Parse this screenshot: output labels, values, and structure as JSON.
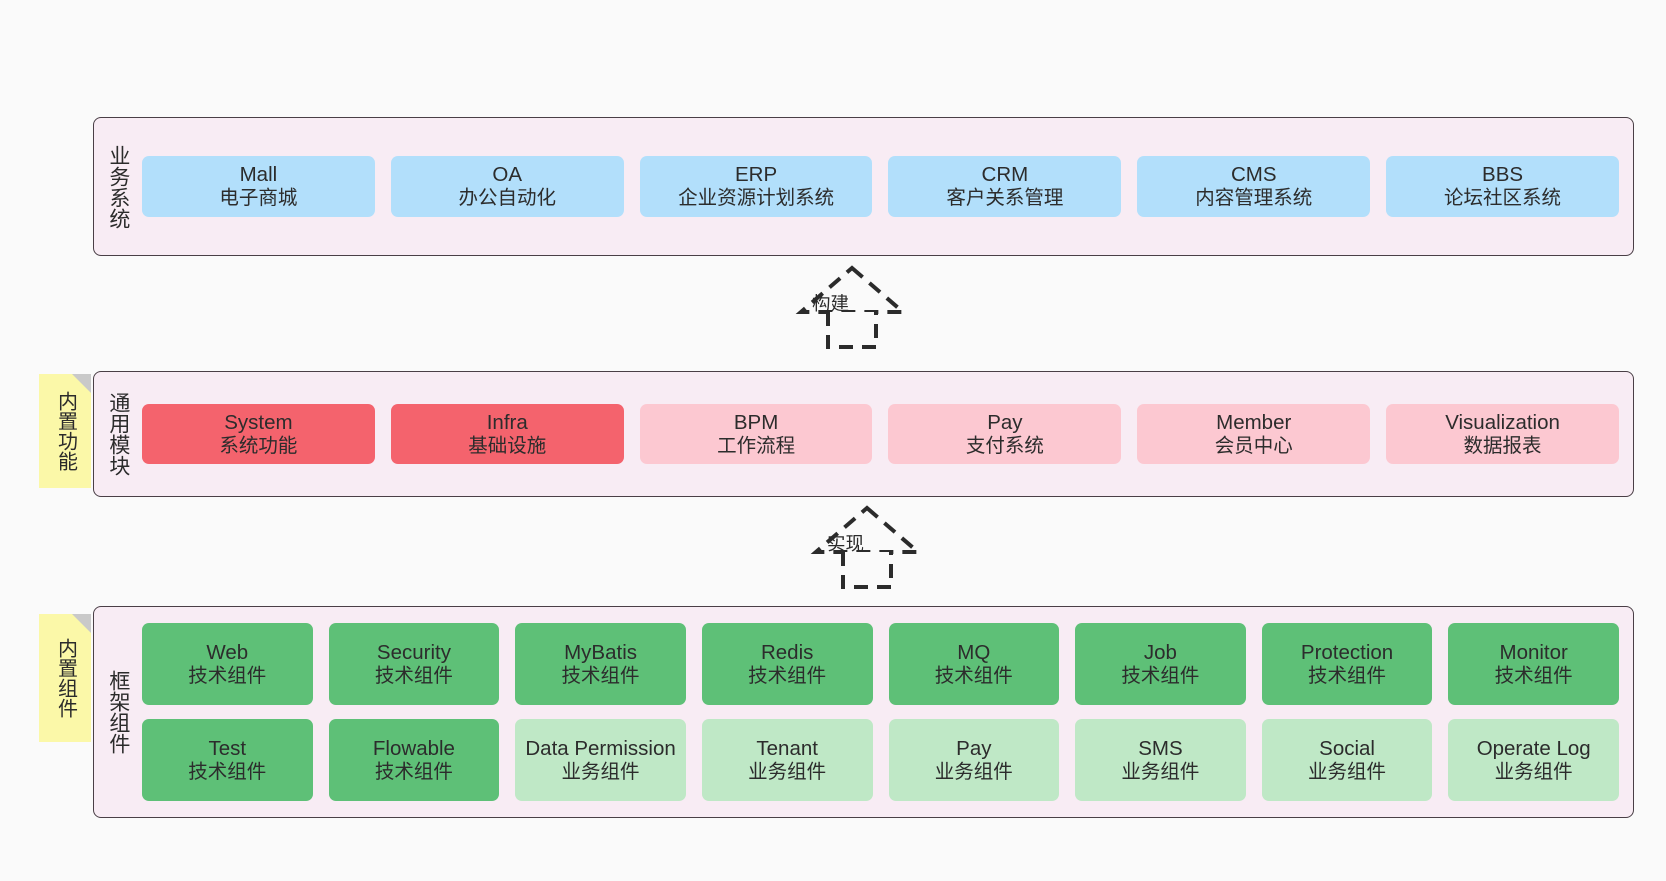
{
  "diagram": {
    "background_color": "#fafafa",
    "panel_fill": "#f8ecf4",
    "panel_border": "#4a3f46"
  },
  "layers": [
    {
      "id": "business",
      "title": "业务系统",
      "badge": null,
      "rows": [
        {
          "cards": [
            {
              "en": "Mall",
              "cn": "电子商城",
              "color": "#b2dffb",
              "style": "c-blue"
            },
            {
              "en": "OA",
              "cn": "办公自动化",
              "color": "#b2dffb",
              "style": "c-blue"
            },
            {
              "en": "ERP",
              "cn": "企业资源计划系统",
              "color": "#b2dffb",
              "style": "c-blue"
            },
            {
              "en": "CRM",
              "cn": "客户关系管理",
              "color": "#b2dffb",
              "style": "c-blue"
            },
            {
              "en": "CMS",
              "cn": "内容管理系统",
              "color": "#b2dffb",
              "style": "c-blue"
            },
            {
              "en": "BBS",
              "cn": "论坛社区系统",
              "color": "#b2dffb",
              "style": "c-blue"
            }
          ]
        }
      ]
    },
    {
      "id": "common-module",
      "title": "通用模块",
      "badge": "内置功能",
      "rows": [
        {
          "cards": [
            {
              "en": "System",
              "cn": "系统功能",
              "color": "#f4636d",
              "style": "c-red"
            },
            {
              "en": "Infra",
              "cn": "基础设施",
              "color": "#f4636d",
              "style": "c-red"
            },
            {
              "en": "BPM",
              "cn": "工作流程",
              "color": "#fcc8d1",
              "style": "c-pink"
            },
            {
              "en": "Pay",
              "cn": "支付系统",
              "color": "#fcc8d1",
              "style": "c-pink"
            },
            {
              "en": "Member",
              "cn": "会员中心",
              "color": "#fcc8d1",
              "style": "c-pink"
            },
            {
              "en": "Visualization",
              "cn": "数据报表",
              "color": "#fcc8d1",
              "style": "c-pink"
            }
          ]
        }
      ]
    },
    {
      "id": "framework",
      "title": "框架组件",
      "badge": "内置组件",
      "rows": [
        {
          "cards": [
            {
              "en": "Web",
              "cn": "技术组件",
              "color": "#5ec077",
              "style": "c-green"
            },
            {
              "en": "Security",
              "cn": "技术组件",
              "color": "#5ec077",
              "style": "c-green"
            },
            {
              "en": "MyBatis",
              "cn": "技术组件",
              "color": "#5ec077",
              "style": "c-green"
            },
            {
              "en": "Redis",
              "cn": "技术组件",
              "color": "#5ec077",
              "style": "c-green"
            },
            {
              "en": "MQ",
              "cn": "技术组件",
              "color": "#5ec077",
              "style": "c-green"
            },
            {
              "en": "Job",
              "cn": "技术组件",
              "color": "#5ec077",
              "style": "c-green"
            },
            {
              "en": "Protection",
              "cn": "技术组件",
              "color": "#5ec077",
              "style": "c-green"
            },
            {
              "en": "Monitor",
              "cn": "技术组件",
              "color": "#5ec077",
              "style": "c-green"
            }
          ]
        },
        {
          "cards": [
            {
              "en": "Test",
              "cn": "技术组件",
              "color": "#5ec077",
              "style": "c-green"
            },
            {
              "en": "Flowable",
              "cn": "技术组件",
              "color": "#5ec077",
              "style": "c-green"
            },
            {
              "en": "Data Permission",
              "cn": "业务组件",
              "color": "#bfe8c6",
              "style": "c-greenlight"
            },
            {
              "en": "Tenant",
              "cn": "业务组件",
              "color": "#bfe8c6",
              "style": "c-greenlight"
            },
            {
              "en": "Pay",
              "cn": "业务组件",
              "color": "#bfe8c6",
              "style": "c-greenlight"
            },
            {
              "en": "SMS",
              "cn": "业务组件",
              "color": "#bfe8c6",
              "style": "c-greenlight"
            },
            {
              "en": "Social",
              "cn": "业务组件",
              "color": "#bfe8c6",
              "style": "c-greenlight"
            },
            {
              "en": "Operate Log",
              "cn": "业务组件",
              "color": "#bfe8c6",
              "style": "c-greenlight"
            }
          ]
        }
      ]
    }
  ],
  "connectors": [
    {
      "id": "build",
      "label": "构建",
      "style": "dashed-hollow-arrow-up"
    },
    {
      "id": "implement",
      "label": "实现",
      "style": "dashed-hollow-arrow-up"
    }
  ]
}
